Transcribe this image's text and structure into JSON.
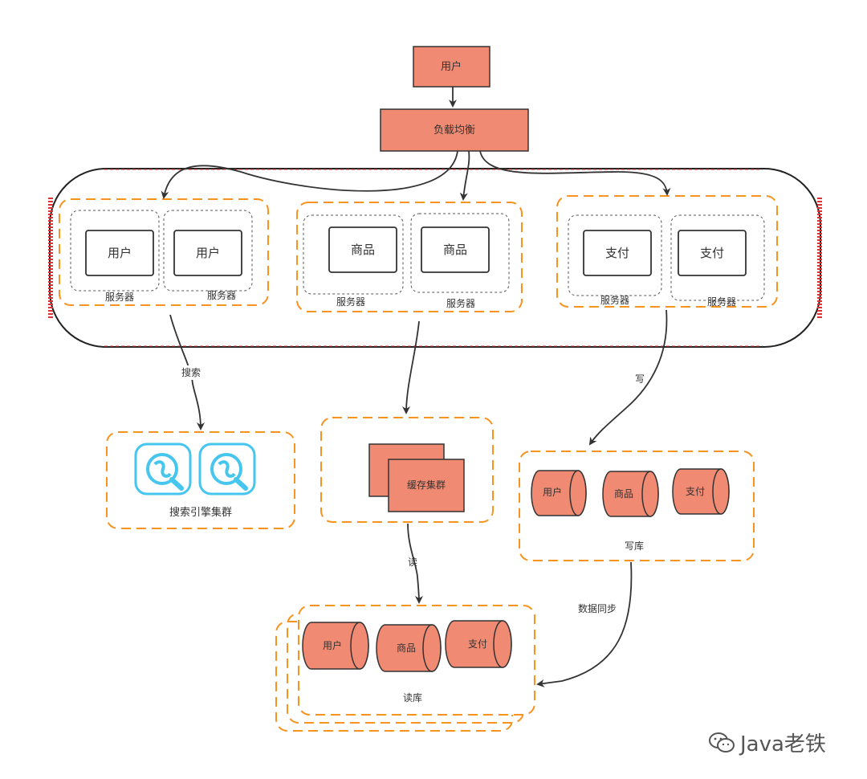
{
  "colors": {
    "salmon": "#f08a72",
    "orange_dash": "#f7931e",
    "search_blue": "#46c6ee",
    "arrow": "#333333",
    "cluster_border": "#cc2a2a"
  },
  "nodes": {
    "user": "用户",
    "load_balancer": "负载均衡"
  },
  "server_groups": {
    "user": {
      "box1": "用户",
      "box2": "用户",
      "label1": "服务器",
      "label2": "服务器"
    },
    "product": {
      "box1": "商品",
      "box2": "商品",
      "label1": "服务器",
      "label2": "服务器"
    },
    "payment": {
      "box1": "支付",
      "box2": "支付",
      "label1": "服务器",
      "label2": "服务器"
    }
  },
  "edges": {
    "search": "搜索",
    "write": "写",
    "read": "读",
    "sync": "数据同步"
  },
  "search_cluster": {
    "label": "搜索引擎集群",
    "icon": "search-engine-icon"
  },
  "cache_cluster": {
    "label": "缓存集群"
  },
  "write_db": {
    "label": "写库",
    "db1": "用户",
    "db2": "商品",
    "db3": "支付"
  },
  "read_db": {
    "label": "读库",
    "db1": "用户",
    "db2": "商品",
    "db3": "支付"
  },
  "watermark": {
    "text": "Java老铁",
    "icon": "wechat-icon"
  }
}
